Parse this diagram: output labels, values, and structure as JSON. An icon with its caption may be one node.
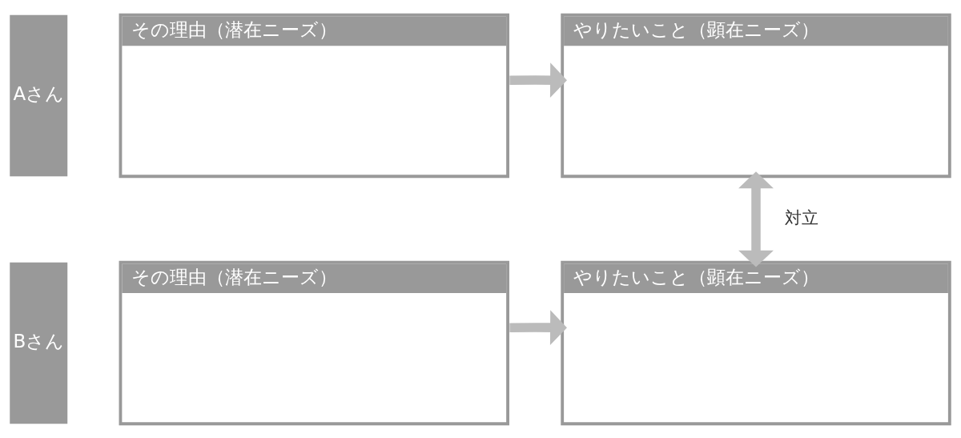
{
  "diagram": {
    "nodes": [
      {
        "text": [
          "Aさん"
        ]
      },
      {
        "text": [
          "その理由（潜在ニーズ）"
        ]
      },
      {
        "text": [
          "やりたいこと（顕在ニーズ）"
        ]
      },
      {
        "text": [
          "Bさん"
        ]
      },
      {
        "text": [
          "その理由（潜在ニーズ）"
        ]
      },
      {
        "text": [
          "やりたいこと（顕在ニーズ）"
        ]
      }
    ],
    "edges": [
      {
        "from": 1,
        "to": 2,
        "arrow": "to"
      },
      {
        "from": 2,
        "to": 5,
        "arrow": "both",
        "label": "対立"
      },
      {
        "from": 4,
        "to": 5,
        "arrow": "to"
      }
    ]
  }
}
